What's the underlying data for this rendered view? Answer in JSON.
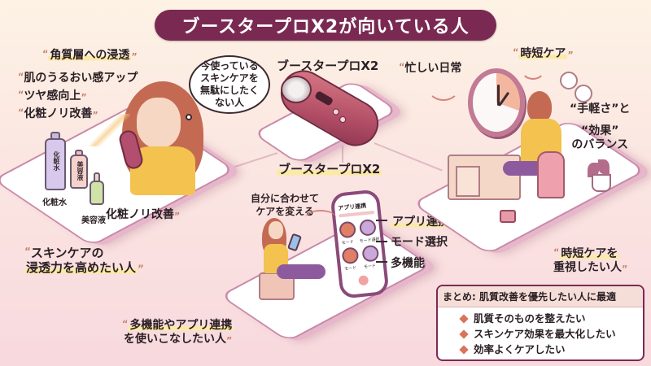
{
  "title": "ブースタープロX2が向いている人",
  "colors": {
    "title_bg": "#7a2a52",
    "background_top": "#fdf2e4",
    "background_bottom": "#f8d9de",
    "highlight": "#fbeaa6",
    "accent": "#d8745c"
  },
  "left_panel": {
    "benefits": [
      "角質層への浸透",
      "肌のうるおい感アップ",
      "ツヤ感向上",
      "化粧ノリ改善"
    ],
    "bottle_labels": {
      "lotion_bottle": "化粧水",
      "serum_bottle": "美容液",
      "lotion_caption": "化粧水",
      "serum_caption": "美容液"
    },
    "bottom_benefit": "化粧ノリ改善",
    "thought_bubble": [
      "今使っている",
      "スキンケアを",
      "無駄にしたく",
      "ない人"
    ],
    "target_label": [
      "スキンケアの",
      "浸透力を高めたい人"
    ]
  },
  "center_top": {
    "product_label": "ブースタープロX2"
  },
  "center_bottom": {
    "product_label": "ブースタープロX2",
    "caption": [
      "自分に合わせて",
      "ケアを変える"
    ],
    "phone_header": "アプリ連携",
    "phone_mode_labels": [
      "モード",
      "モード選択",
      "モード",
      "モード"
    ],
    "features": [
      "アプリ連携",
      "モード選択",
      "多機能"
    ],
    "target_label": [
      "多機能やアプリ連携",
      "を使いこなしたい人"
    ]
  },
  "right_panel": {
    "busy_label": "忙しい日常",
    "short_care_label": "時短ケア",
    "balance_label": [
      "“手軽さ”と",
      "“効果”",
      "のバランス"
    ],
    "target_label": [
      "時短ケアを",
      "重視したい人"
    ]
  },
  "summary": {
    "heading": "まとめ: 肌質改善を優先したい人に最適",
    "items": [
      "肌質そのものを整えたい",
      "スキンケア効果を最大化したい",
      "効率よくケアしたい"
    ]
  }
}
